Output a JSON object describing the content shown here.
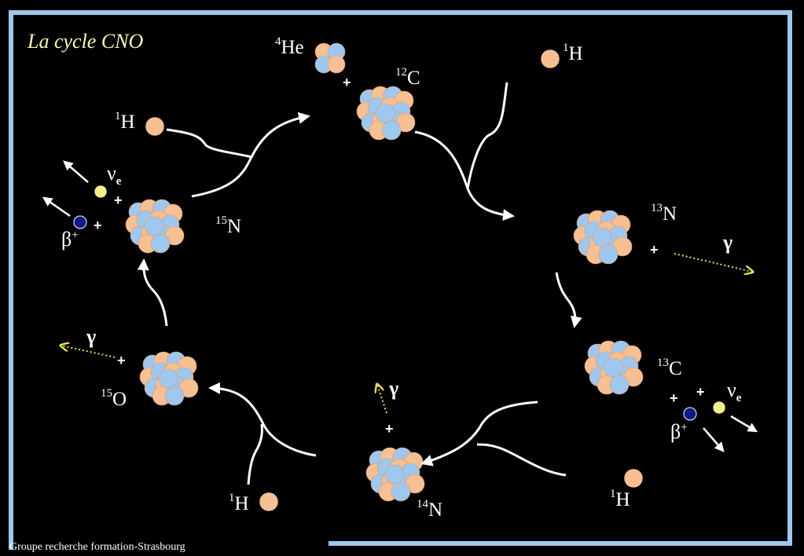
{
  "title": "La cycle CNO",
  "footer": "Groupe recherche formation-Strasbourg",
  "colors": {
    "frame": "#9ec8ec",
    "proton": "#f6c092",
    "neutron": "#9ec8f0",
    "neutrino": "#f3f08a",
    "positron": "#0c1a8a",
    "gamma_arrow": "#e8e04a",
    "arrows": "#ffffff"
  },
  "particles": {
    "he4": {
      "mass": "4",
      "el": "He"
    },
    "c12": {
      "mass": "12",
      "el": "C"
    },
    "n13": {
      "mass": "13",
      "el": "N"
    },
    "c13": {
      "mass": "13",
      "el": "C"
    },
    "n14": {
      "mass": "14",
      "el": "N"
    },
    "o15": {
      "mass": "15",
      "el": "O"
    },
    "n15": {
      "mass": "15",
      "el": "N"
    },
    "h1": {
      "mass": "1",
      "el": "H"
    }
  },
  "symbols": {
    "gamma": "γ",
    "nu": "ν",
    "nu_sub": "e",
    "beta": "β",
    "beta_sup": "+",
    "plus": "+"
  }
}
